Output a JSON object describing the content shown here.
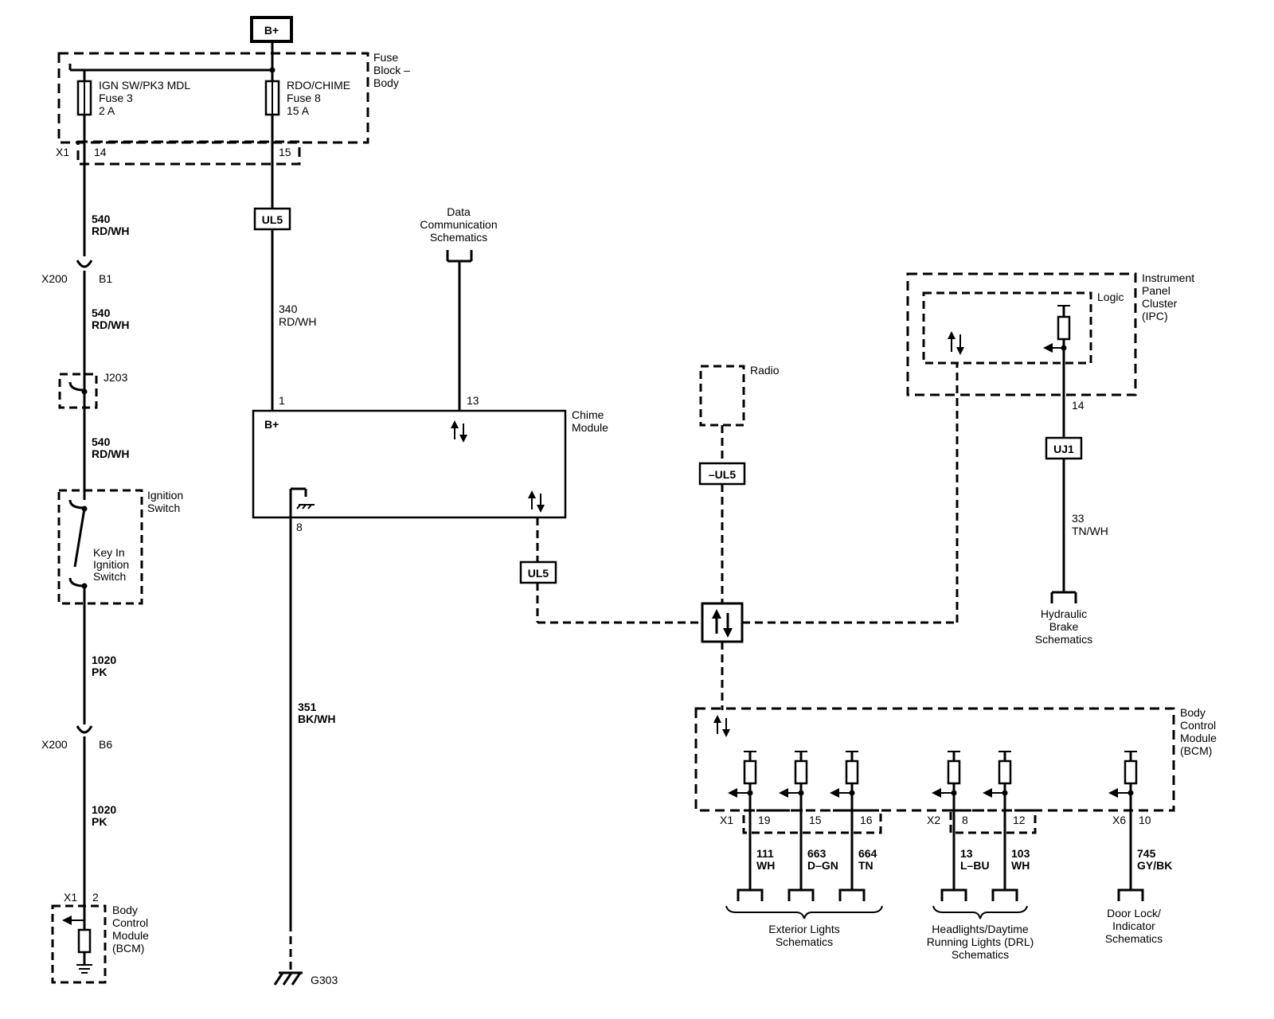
{
  "power_source": "B+",
  "fuse_block": {
    "name_lines": [
      "Fuse",
      "Block –",
      "Body"
    ],
    "connector": "X1",
    "fuse_a": {
      "lines": [
        "IGN SW/PK3 MDL",
        "Fuse 3",
        "2 A"
      ],
      "pin": "14"
    },
    "fuse_b": {
      "lines": [
        "RDO/CHIME",
        "Fuse 8",
        "15 A"
      ],
      "pin": "15"
    }
  },
  "left_branch": {
    "wire_1": {
      "circuit": "540",
      "color": "RD/WH"
    },
    "conn_x200_b1": {
      "connector": "X200",
      "pin": "B1"
    },
    "wire_2": {
      "circuit": "540",
      "color": "RD/WH"
    },
    "splice": "J203",
    "wire_3": {
      "circuit": "540",
      "color": "RD/WH"
    },
    "ignition_switch": {
      "name_lines": [
        "Ignition",
        "Switch"
      ],
      "switch_lines": [
        "Key In",
        "Ignition",
        "Switch"
      ]
    },
    "wire_4": {
      "circuit": "1020",
      "color": "PK"
    },
    "conn_x200_b6": {
      "connector": "X200",
      "pin": "B6"
    },
    "wire_5": {
      "circuit": "1020",
      "color": "PK"
    },
    "bcm_conn": {
      "connector": "X1",
      "pin": "2"
    },
    "bcm_lines": [
      "Body",
      "Control",
      "Module",
      "(BCM)"
    ]
  },
  "ul5_top": "UL5",
  "wire_340": {
    "circuit": "340",
    "color": "RD/WH"
  },
  "data_comm_lines": [
    "Data",
    "Communication",
    "Schematics"
  ],
  "chime_module": {
    "name_lines": [
      "Chime",
      "Module"
    ],
    "bplus_label": "B+",
    "pin_power": "1",
    "pin_data": "13",
    "pin_ground": "8"
  },
  "ul5_mid": "UL5",
  "wire_351": {
    "circuit": "351",
    "color": "BK/WH"
  },
  "ground": "G303",
  "radio": {
    "name": "Radio",
    "badge": "–UL5"
  },
  "ipc": {
    "name_lines": [
      "Instrument",
      "Panel",
      "Cluster",
      "(IPC)"
    ],
    "logic": "Logic",
    "pin": "14",
    "badge": "UJ1",
    "wire": {
      "circuit": "33",
      "color": "TN/WH"
    },
    "dest_lines": [
      "Hydraulic",
      "Brake",
      "Schematics"
    ]
  },
  "bcm_right": {
    "name_lines": [
      "Body",
      "Control",
      "Module",
      "(BCM)"
    ],
    "conn_x1": "X1",
    "conn_x2": "X2",
    "conn_x6": "X6",
    "outputs": [
      {
        "pin": "19",
        "circuit": "111",
        "color": "WH"
      },
      {
        "pin": "15",
        "circuit": "663",
        "color": "D–GN"
      },
      {
        "pin": "16",
        "circuit": "664",
        "color": "TN"
      },
      {
        "pin": "8",
        "circuit": "13",
        "color": "L–BU"
      },
      {
        "pin": "12",
        "circuit": "103",
        "color": "WH"
      },
      {
        "pin": "10",
        "circuit": "745",
        "color": "GY/BK"
      }
    ],
    "dest_exterior": [
      "Exterior Lights",
      "Schematics"
    ],
    "dest_headlights": [
      "Headlights/Daytime",
      "Running Lights (DRL)",
      "Schematics"
    ],
    "dest_doorlock": [
      "Door Lock/",
      "Indicator",
      "Schematics"
    ]
  }
}
